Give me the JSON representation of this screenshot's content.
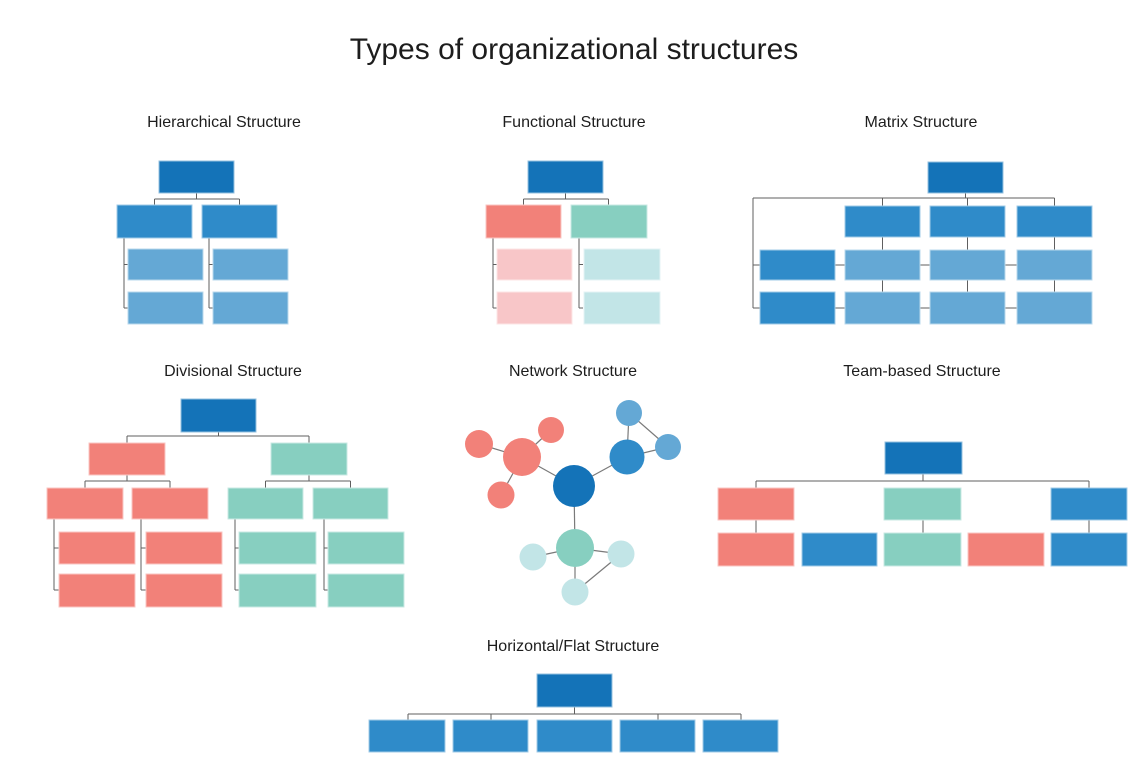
{
  "page_title": "Types of organizational structures",
  "sections": [
    {
      "id": "hierarchical",
      "label": "Hierarchical Structure"
    },
    {
      "id": "functional",
      "label": "Functional Structure"
    },
    {
      "id": "matrix",
      "label": "Matrix Structure"
    },
    {
      "id": "divisional",
      "label": "Divisional Structure"
    },
    {
      "id": "network",
      "label": "Network Structure"
    },
    {
      "id": "team",
      "label": "Team-based Structure"
    },
    {
      "id": "flat",
      "label": "Horizontal/Flat Structure"
    }
  ],
  "palette": {
    "dark_blue": "#1473b8",
    "medium_blue": "#2f8bc9",
    "light_blue": "#64a8d5",
    "salmon": "#f28179",
    "light_salmon": "#f8c6c8",
    "teal": "#87cfc0",
    "light_teal": "#c2e5e7",
    "connector": "#5f5f5f",
    "network_edge": "#7a7a7a",
    "title_color": "#1d1d1d",
    "background": "#ffffff"
  }
}
